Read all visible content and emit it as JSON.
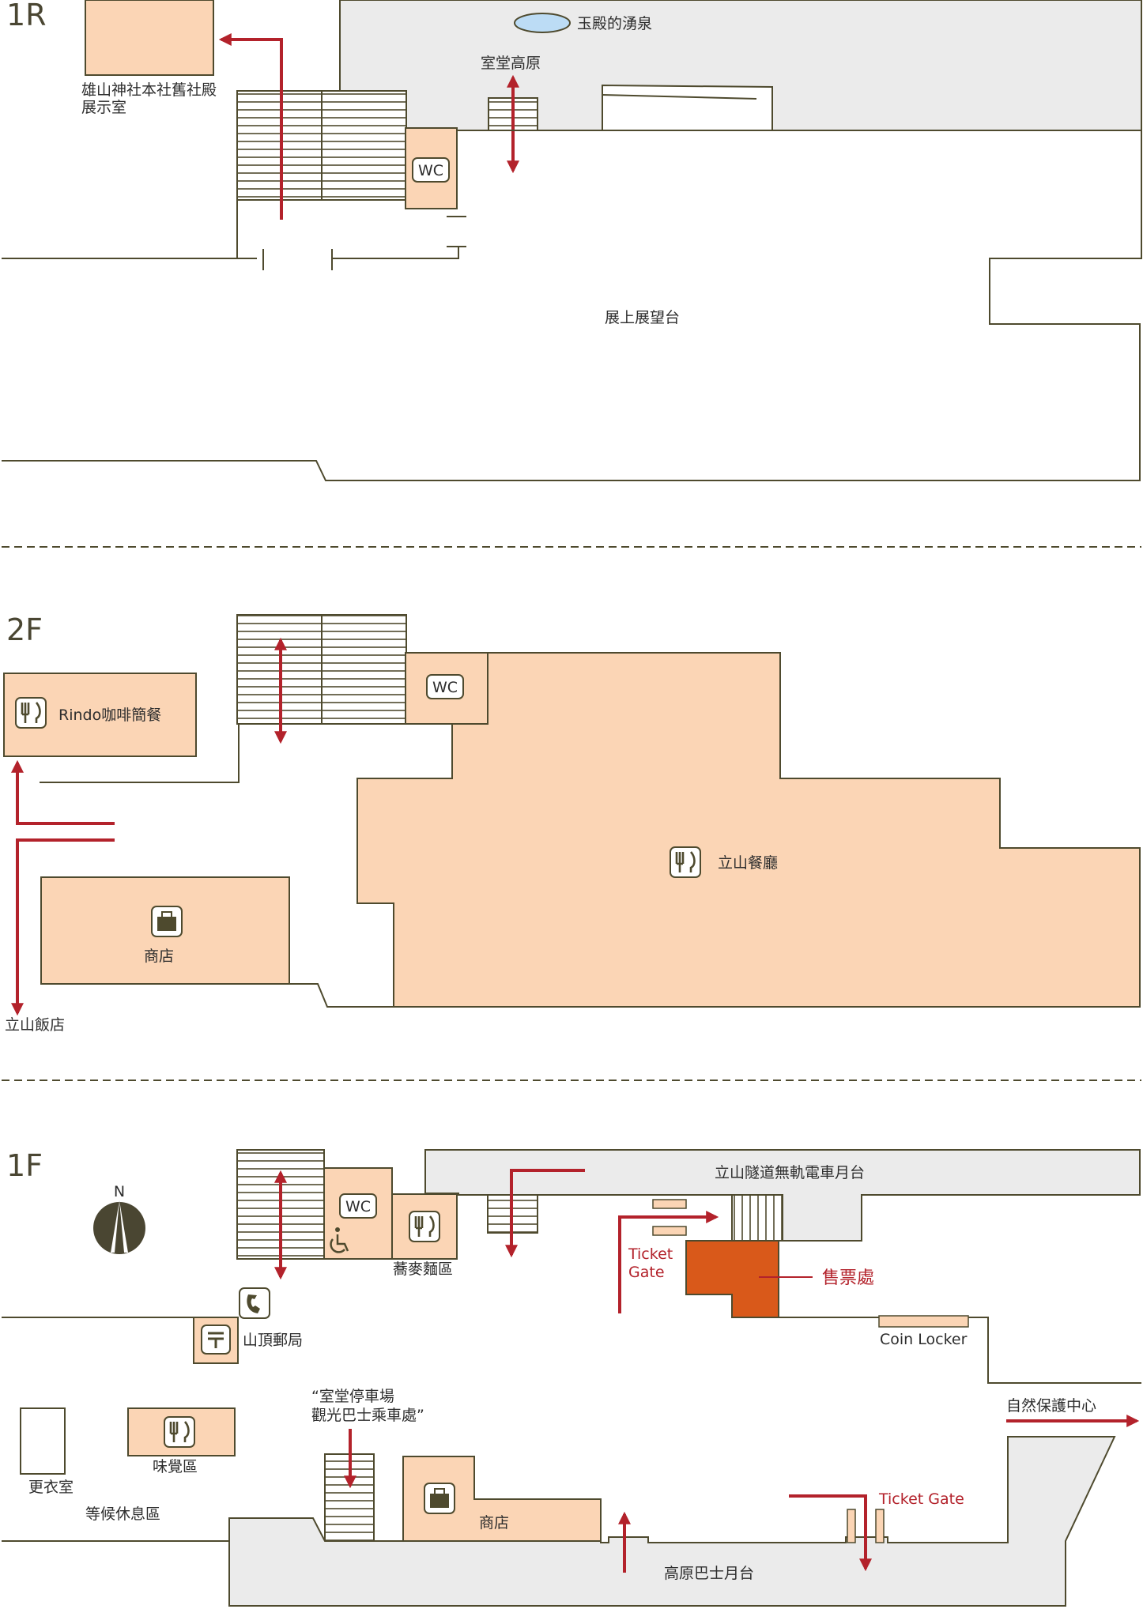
{
  "floors": {
    "r1": {
      "name": "1R",
      "labels": {
        "spring": "玉殿的湧泉",
        "murodo_kogen": "室堂高原",
        "exhibition_line1": "雄山神社本社舊社殿",
        "exhibition_line2": "展示室",
        "wc": "WC",
        "observation": "展上展望台"
      }
    },
    "f2": {
      "name": "2F",
      "labels": {
        "cafe": "Rindo咖啡簡餐",
        "wc": "WC",
        "restaurant": "立山餐廳",
        "shop": "商店",
        "hotel": "立山飯店"
      }
    },
    "f1": {
      "name": "1F",
      "labels": {
        "north": "N",
        "wc": "WC",
        "soba": "蕎麥麵區",
        "trolley_platform": "立山隧道無軌電車月台",
        "ticket_gate_line1": "Ticket",
        "ticket_gate_line2": "Gate",
        "ticket_office": "售票處",
        "post_office": "山頂郵局",
        "coin_locker": "Coin Locker",
        "nature_center": "自然保護中心",
        "bus_stop_line1": "“室堂停車場",
        "bus_stop_line2": "觀光巴士乘車處”",
        "taste_zone": "味覺區",
        "locker_room": "更衣室",
        "waiting_area": "等候休息區",
        "shop": "商店",
        "ticket_gate_lower": "Ticket Gate",
        "bus_platform": "高原巴士月台"
      }
    }
  },
  "colors": {
    "room": "#fbd5b5",
    "platform": "#ebebeb",
    "wall": "#4e4a2e",
    "accent": "#b3222b",
    "ticket_office": "#d9591a",
    "spring": "#bcdcf5"
  },
  "icons": [
    "restaurant-icon",
    "shop-bag-icon",
    "wheelchair-icon",
    "telephone-icon",
    "post-office-icon",
    "compass-north-icon"
  ]
}
